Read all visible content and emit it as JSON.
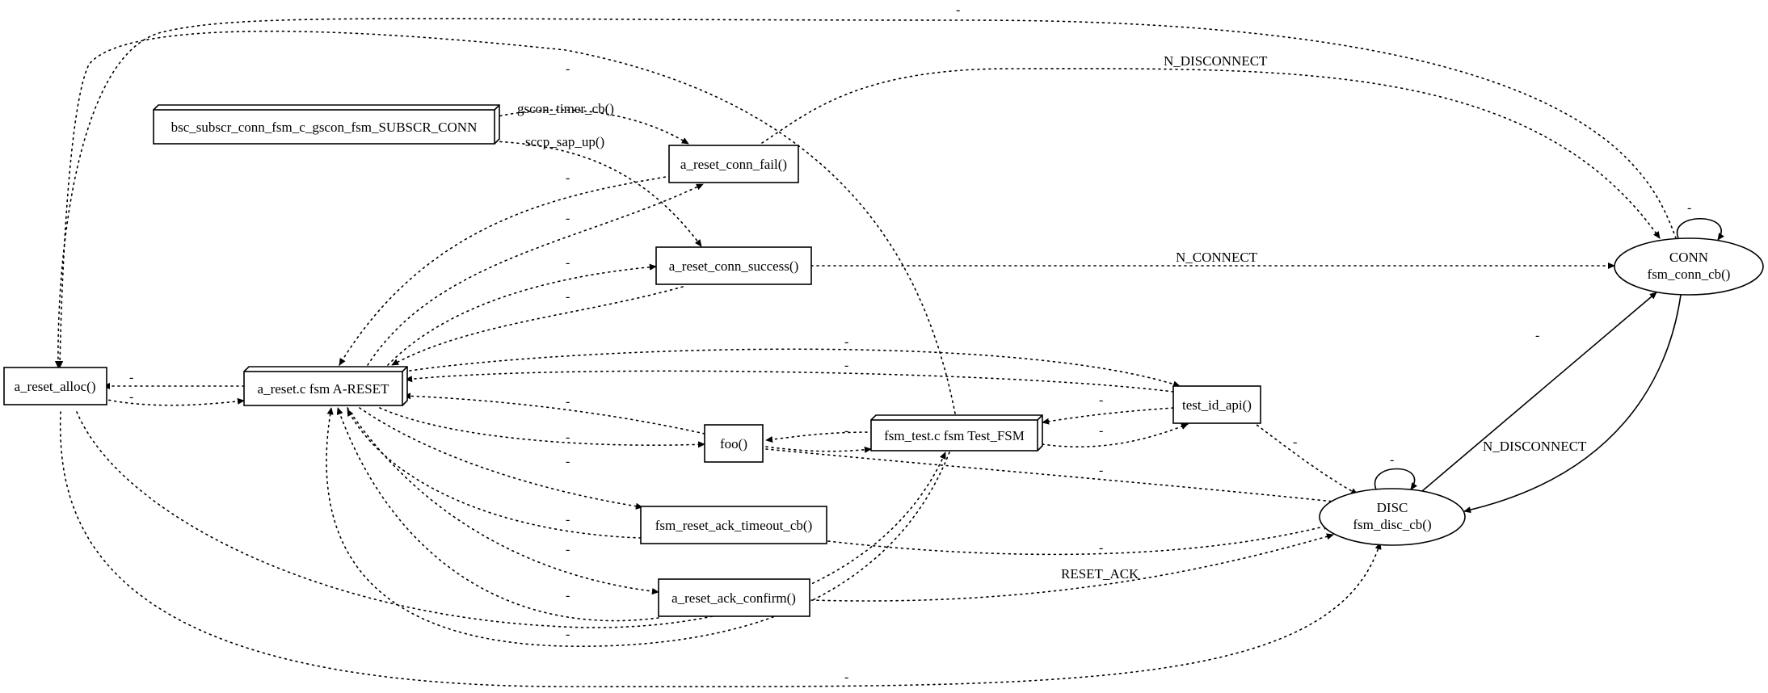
{
  "nodes": {
    "bsc_subscr": "bsc_subscr_conn_fsm_c_gscon_fsm_SUBSCR_CONN",
    "a_reset_conn_fail": "a_reset_conn_fail()",
    "a_reset_conn_success": "a_reset_conn_success()",
    "a_reset_alloc": "a_reset_alloc()",
    "a_reset_fsm": "a_reset.c fsm A-RESET",
    "test_id_api": "test_id_api()",
    "foo": "foo()",
    "fsm_test": "fsm_test.c fsm Test_FSM",
    "fsm_reset_ack_timeout_cb": "fsm_reset_ack_timeout_cb()",
    "a_reset_ack_confirm": "a_reset_ack_confirm()",
    "conn_state": "CONN",
    "conn_cb": "fsm_conn_cb()",
    "disc_state": "DISC",
    "disc_cb": "fsm_disc_cb()"
  },
  "edge_labels": {
    "gscon_timer_cb": "gscon_timer_cb()",
    "sccp_sap_up": "sccp_sap_up()",
    "n_disconnect_top": "N_DISCONNECT",
    "n_connect": "N_CONNECT",
    "n_disconnect": "N_DISCONNECT",
    "reset_ack": "RESET_ACK",
    "dash": "-"
  }
}
